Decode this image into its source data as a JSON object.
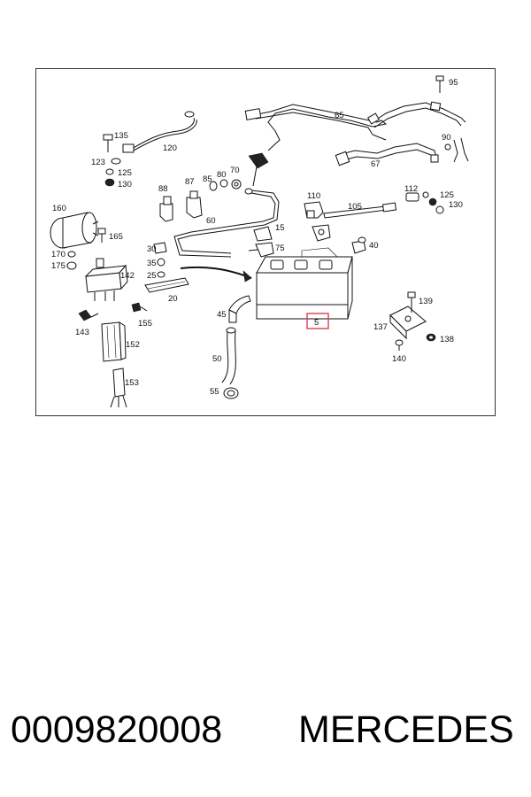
{
  "diagram": {
    "highlight_color": "#e03c4e",
    "highlighted_label": "5",
    "labels": {
      "l95": "95",
      "l65": "65",
      "l90": "90",
      "l67": "67",
      "l135": "135",
      "l120": "120",
      "l123": "123",
      "l125a": "125",
      "l130a": "130",
      "l88": "88",
      "l87": "87",
      "l85": "85",
      "l80": "80",
      "l70": "70",
      "l110": "110",
      "l105": "105",
      "l112": "112",
      "l125b": "125",
      "l130b": "130",
      "l160": "160",
      "l165": "165",
      "l170": "170",
      "l175": "175",
      "l60": "60",
      "l15": "15",
      "l75": "75",
      "l40": "40",
      "l30": "30",
      "l35": "35",
      "l25": "25",
      "l20": "20",
      "l142": "142",
      "l143": "143",
      "l155": "155",
      "l45": "45",
      "l50": "50",
      "l55": "55",
      "l152": "152",
      "l153": "153",
      "l139": "139",
      "l137": "137",
      "l138": "138",
      "l140": "140"
    }
  },
  "footer": {
    "part_number": "0009820008",
    "brand": "MERCEDES"
  }
}
